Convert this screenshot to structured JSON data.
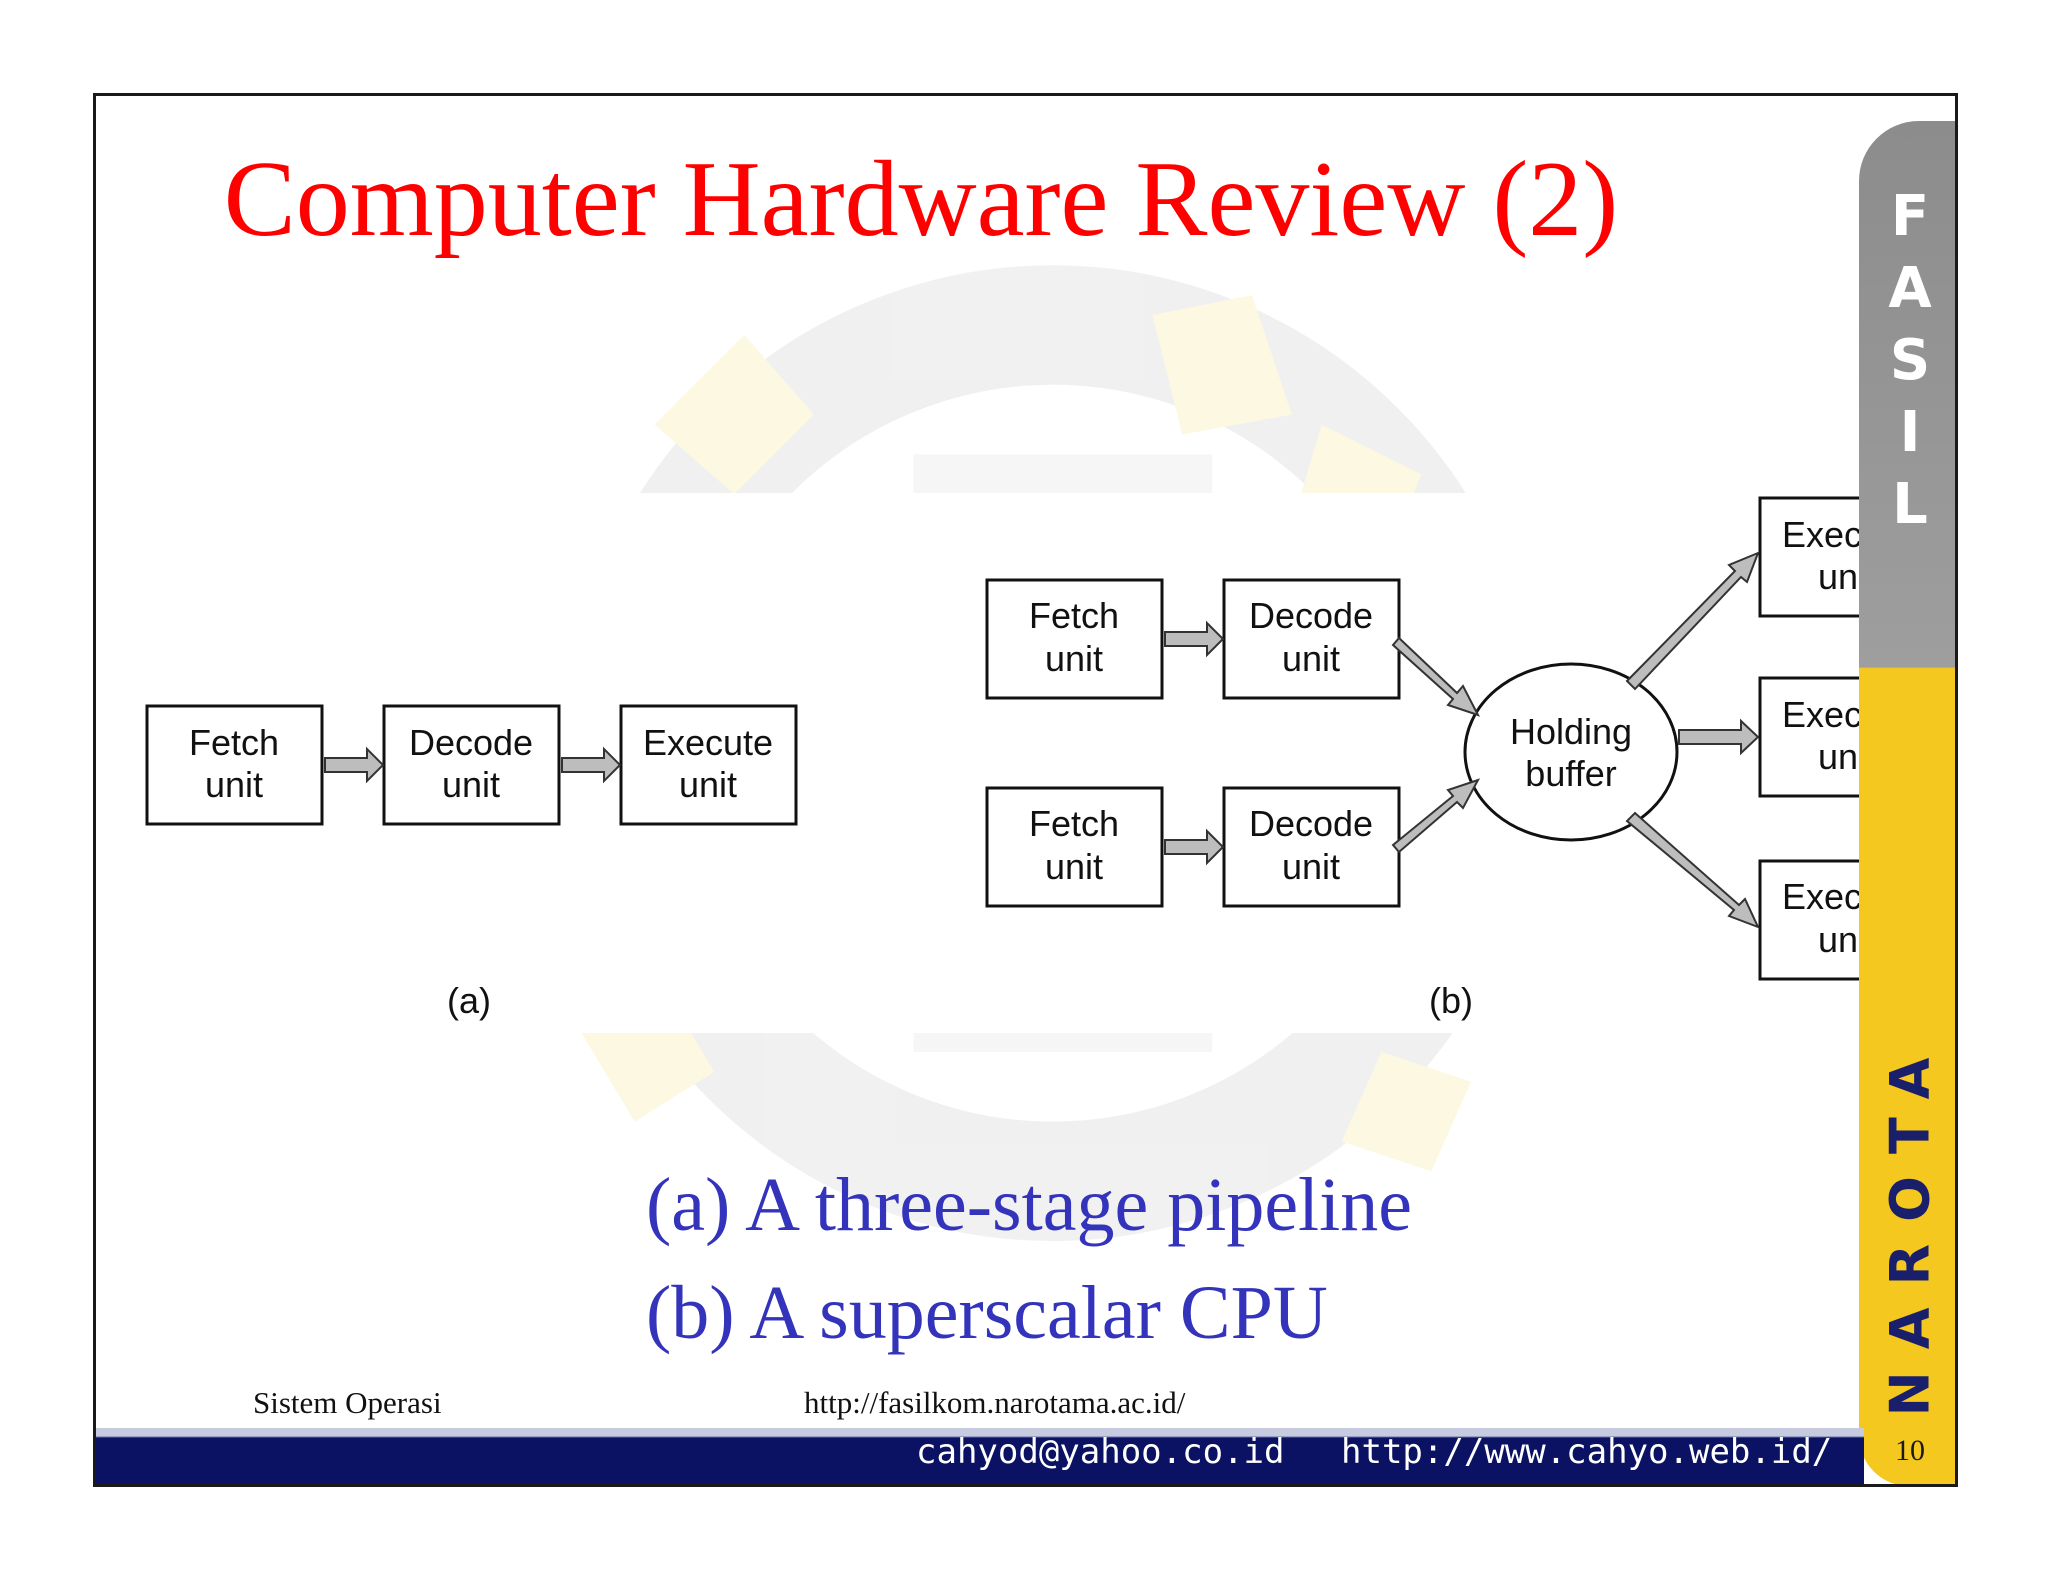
{
  "slide": {
    "title": "Computer Hardware Review (2)",
    "page_number": "10"
  },
  "sidebar": {
    "top_letters": [
      "F",
      "A",
      "S",
      "I",
      "L"
    ],
    "bottom_text": "NAROTA",
    "colors": {
      "top": "#9e9e9e",
      "bottom": "#f4c81e",
      "text_bottom": "#1a1f6b"
    }
  },
  "diagram": {
    "a": {
      "label": "(a)",
      "fetch": [
        "Fetch",
        "unit"
      ],
      "decode": [
        "Decode",
        "unit"
      ],
      "execute": [
        "Execute",
        "unit"
      ]
    },
    "b": {
      "label": "(b)",
      "fetch1": [
        "Fetch",
        "unit"
      ],
      "decode1": [
        "Decode",
        "unit"
      ],
      "fetch2": [
        "Fetch",
        "unit"
      ],
      "decode2": [
        "Decode",
        "unit"
      ],
      "buffer": [
        "Holding",
        "buffer"
      ],
      "execute1": [
        "Execute",
        "unit"
      ],
      "execute2": [
        "Execute",
        "unit"
      ],
      "execute3": [
        "Execute",
        "unit"
      ]
    }
  },
  "caption": {
    "line1": "(a) A three-stage pipeline",
    "line2": "(b) A superscalar CPU"
  },
  "footer": {
    "left": "Sistem Operasi",
    "center": "http://fasilkom.narotama.ac.id/",
    "email": "cahyod@yahoo.co.id",
    "url": "http://www.cahyo.web.id/"
  },
  "colors": {
    "title": "#ff0000",
    "caption": "#3333bb",
    "bar": "#0b1263"
  }
}
